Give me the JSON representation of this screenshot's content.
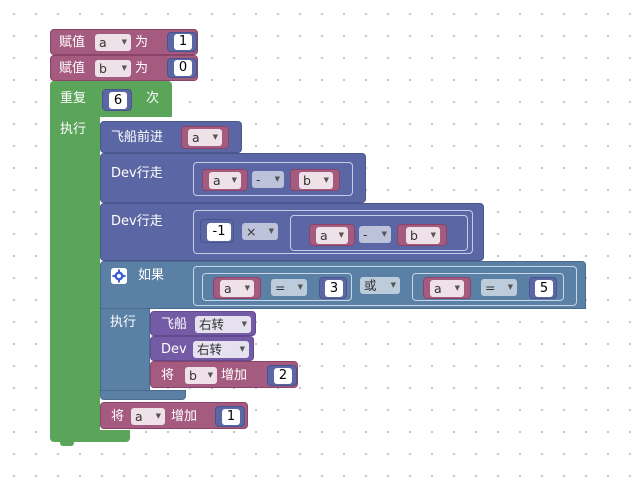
{
  "blocks": {
    "assign_a": {
      "keyword_pre": "赋值",
      "var": "a",
      "keyword_post": "为",
      "value": "1"
    },
    "assign_b": {
      "keyword_pre": "赋值",
      "var": "b",
      "keyword_post": "为",
      "value": "0"
    },
    "repeat": {
      "keyword_pre": "重复",
      "count": "6",
      "keyword_post": "次",
      "do_label": "执行"
    },
    "ship_forward": {
      "label": "飞船前进",
      "var": "a"
    },
    "dev_walk_1": {
      "label": "Dev行走",
      "left": "a",
      "op": "-",
      "right": "b"
    },
    "dev_walk_2": {
      "label": "Dev行走",
      "num": "-1",
      "op_mul": "×",
      "left": "a",
      "op": "-",
      "right": "b"
    },
    "if_block": {
      "label": "如果",
      "do_label": "执行",
      "cond1": {
        "left": "a",
        "op": "=",
        "right": "3"
      },
      "logic_op": "或",
      "cond2": {
        "left": "a",
        "op": "=",
        "right": "5"
      }
    },
    "ship_turn": {
      "label": "飞船",
      "dir": "右转"
    },
    "dev_turn": {
      "label": "Dev",
      "dir": "右转"
    },
    "incr_b": {
      "keyword_pre": "将",
      "var": "b",
      "keyword_post": "增加",
      "value": "2"
    },
    "incr_a": {
      "keyword_pre": "将",
      "var": "a",
      "keyword_post": "增加",
      "value": "1"
    }
  },
  "dropdown_arrow": "▼",
  "colors": {
    "variables": "#a55b80",
    "math": "#5b67a5",
    "loops": "#5ba55b",
    "logic": "#5b80a5",
    "motion": "#745ba5",
    "custom": "#5b67a5"
  }
}
